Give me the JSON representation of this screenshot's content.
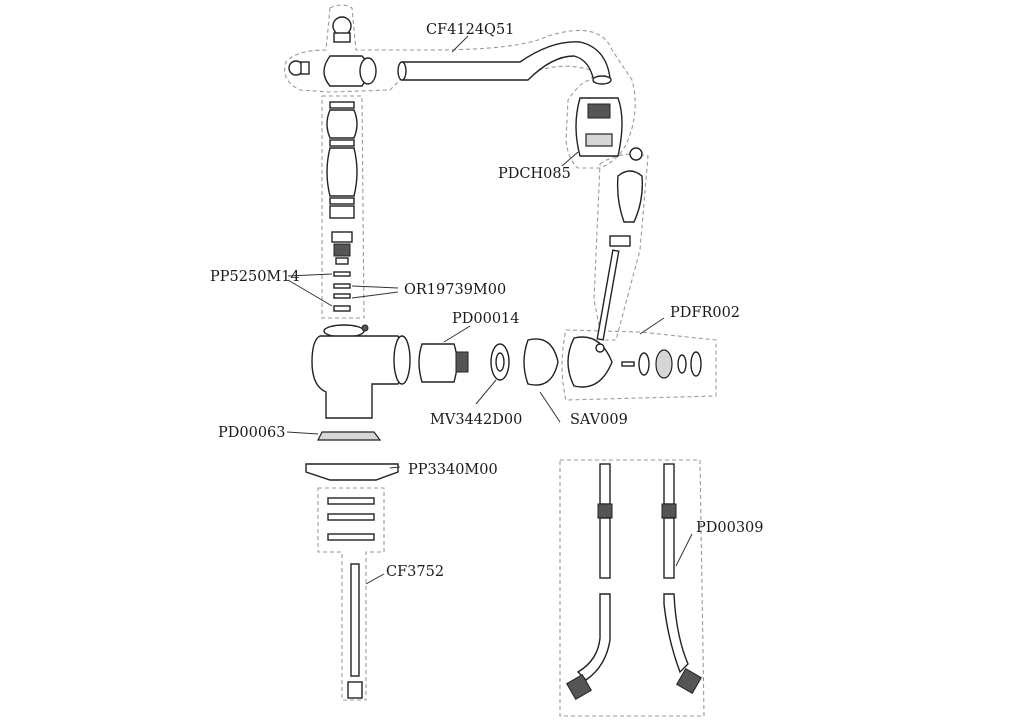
{
  "diagram": {
    "labels": {
      "cf4124q51": "CF4124Q51",
      "pdch085": "PDCH085",
      "pp5250m14": "PP5250M14",
      "or19739m00": "OR19739M00",
      "pd00014": "PD00014",
      "pdfr002": "PDFR002",
      "mv3442d00": "MV3442D00",
      "sav009": "SAV009",
      "pd00063": "PD00063",
      "pp3340m00": "PP3340M00",
      "pd00309": "PD00309",
      "cf3752": "CF3752"
    },
    "colors": {
      "line": "#222222",
      "group_outline": "#9a9a9a",
      "background": "#ffffff"
    }
  }
}
